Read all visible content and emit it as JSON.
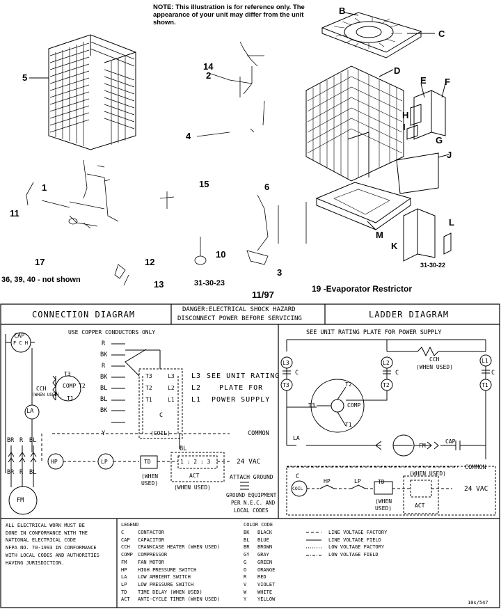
{
  "illustration": {
    "note": "NOTE: This illustration is for reference only. The appearance of your unit may differ from the unit shown.",
    "callouts": [
      "B",
      "C",
      "D",
      "E",
      "F",
      "H",
      "I",
      "G",
      "J",
      "M",
      "K",
      "L",
      "5",
      "14",
      "2",
      "4",
      "1",
      "11",
      "15",
      "6",
      "17",
      "12",
      "10",
      "3",
      "13"
    ],
    "figure_codes": {
      "left": "31-30-23",
      "right": "31-30-22"
    },
    "not_shown": "36, 39, 40 - not shown",
    "date": "11/97",
    "evaporator": "19 -Evaporator Restrictor"
  },
  "header": {
    "connection": "CONNECTION   DIAGRAM",
    "danger_line1": "DANGER:ELECTRICAL SHOCK HAZARD",
    "danger_line2": "DISCONNECT POWER BEFORE SERVICING",
    "ladder": "LADDER   DIAGRAM"
  },
  "connection": {
    "copper": "USE COPPER CONDUCTORS ONLY",
    "wires": [
      "R",
      "BK",
      "R",
      "BK",
      "BL",
      "BL",
      "BK"
    ],
    "wire_y": "Y",
    "cap": "CAP",
    "cap_terms": "F C H",
    "comp": "COMP",
    "t1": "T1",
    "t2": "T2",
    "t3": "T3",
    "cch": "CCH",
    "when_used": "(WHEN USED)",
    "la": "LA",
    "contactor_terms": [
      "T3",
      "T2",
      "T1"
    ],
    "line_terms": [
      "L3",
      "L2",
      "L1"
    ],
    "c": "C",
    "coil": "(COIL)",
    "see_rating": "SEE UNIT RATING",
    "plate_for": "PLATE FOR",
    "power_supply": "POWER SUPPLY",
    "common": "COMMON",
    "v24": "24 VAC",
    "bl": "BL",
    "br": "BR",
    "r": "R",
    "fm": "FM",
    "hp": "HP",
    "lp": "LP",
    "td": "TD",
    "td_when": "(WHEN",
    "td_used": "USED)",
    "act": "ACT",
    "act_when": "(WHEN USED)",
    "act_terms": "1 : 2 : 3",
    "attach_ground": "ATTACH GROUND",
    "ground_line1": "GROUND EQUIPMENT",
    "ground_line2": "PER N.E.C. AND",
    "ground_line3": "LOCAL CODES"
  },
  "ladder": {
    "see_rating": "SEE UNIT RATING PLATE FOR POWER SUPPLY",
    "l3": "L3",
    "l2": "L2",
    "l1": "L1",
    "t3": "T3",
    "t2": "T2",
    "t1": "T1",
    "c": "C",
    "cch": "CCH",
    "cch_when": "(WHEN USED)",
    "comp": "COMP",
    "la": "LA",
    "fm": "FM",
    "cap": "CAP",
    "common": "COMMON",
    "v24": "24 VAC",
    "coil": "COIL",
    "hp": "HP",
    "lp": "LP",
    "td": "TD",
    "td_when": "(WHEN",
    "td_used": "USED)",
    "act": "ACT",
    "act_when": "(WHEN USED)"
  },
  "footer": {
    "notes": [
      "ALL ELECTRICAL WORK MUST BE",
      "DONE IN CONFORMANCE WITH THE",
      "NATIONAL ELECTRICAL CODE",
      "NFPA NO. 70-1993 IN CONFORMANCE",
      "WITH LOCAL CODES AND AUTHORITIES",
      "HAVING JURISDICTION."
    ],
    "legend_title": "LEGEND",
    "legend": [
      {
        "code": "C",
        "desc": "CONTACTOR"
      },
      {
        "code": "CAP",
        "desc": "CAPACITOR"
      },
      {
        "code": "CCH",
        "desc": "CRANKCASE HEATER (WHEN USED)"
      },
      {
        "code": "COMP",
        "desc": "COMPRESSOR"
      },
      {
        "code": "FM",
        "desc": "FAN MOTOR"
      },
      {
        "code": "HP",
        "desc": "HIGH PRESSURE SWITCH"
      },
      {
        "code": "LA",
        "desc": "LOW AMBIENT SWITCH"
      },
      {
        "code": "LP",
        "desc": "LOW PRESSURE SWITCH"
      },
      {
        "code": "TD",
        "desc": "TIME DELAY (WHEN USED)"
      },
      {
        "code": "ACT",
        "desc": "ANTI-CYCLE TIMER (WHEN USED)"
      }
    ],
    "color_title": "COLOR CODE",
    "colors": [
      {
        "code": "BK",
        "name": "BLACK"
      },
      {
        "code": "BL",
        "name": "BLUE"
      },
      {
        "code": "BR",
        "name": "BROWN"
      },
      {
        "code": "GY",
        "name": "GRAY"
      },
      {
        "code": "G",
        "name": "GREEN"
      },
      {
        "code": "O",
        "name": "ORANGE"
      },
      {
        "code": "R",
        "name": "RED"
      },
      {
        "code": "V",
        "name": "VIOLET"
      },
      {
        "code": "W",
        "name": "WHITE"
      },
      {
        "code": "Y",
        "name": "YELLOW"
      }
    ],
    "lines": [
      "LINE VOLTAGE FACTORY",
      "LINE VOLTAGE FIELD",
      "LOW VOLTAGE FACTORY",
      "LOW VOLTAGE FIELD"
    ],
    "doc_code": "10s/547"
  }
}
